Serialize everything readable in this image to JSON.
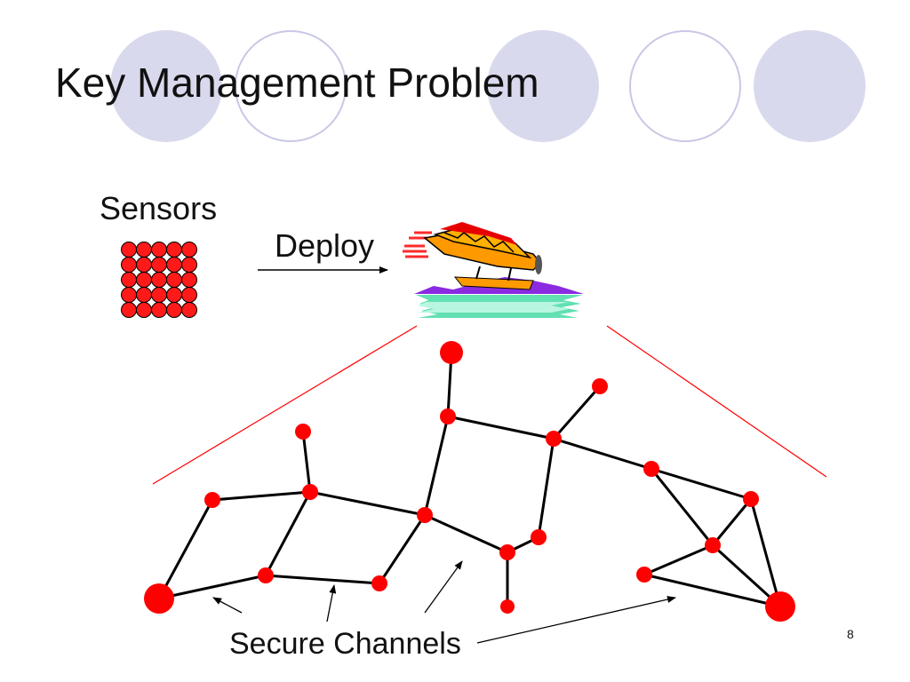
{
  "slide": {
    "title": "Key Management Problem",
    "page_number": "8"
  },
  "diagram": {
    "sensors_label": "Sensors",
    "deploy_label": "Deploy",
    "channels_label": "Secure Channels",
    "node_color": "#ff0000",
    "link_color": "#000000",
    "circle_fill_color": "#d9d9ee",
    "circle_outline_color": "#c8c8e6"
  }
}
